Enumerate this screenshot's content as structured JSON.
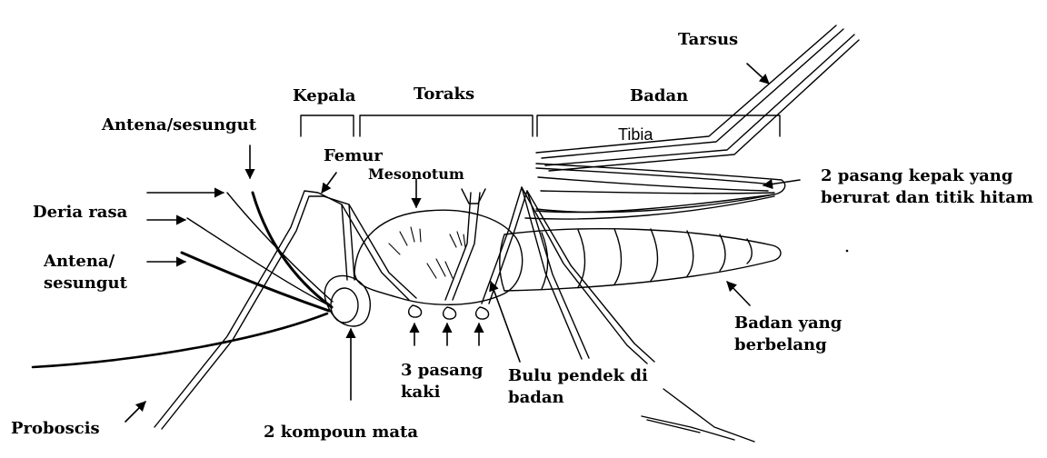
{
  "colors": {
    "ink": "#000000",
    "background": "#ffffff"
  },
  "labels": {
    "tarsus": "Tarsus",
    "kepala": "Kepala",
    "toraks": "Toraks",
    "badan": "Badan",
    "tibia": "Tibia",
    "antena_sesungut_top": "Antena/sesungut",
    "femur": "Femur",
    "mesonotum": "Mesonotum",
    "kepak": "2 pasang kepak yang\nberurat dan titik hitam",
    "deria_rasa": "Deria rasa",
    "antena_sesungut_left": "Antena/\nsesungut",
    "badan_berbelang": "Badan yang\nberbelang",
    "kaki": "3 pasang\nkaki",
    "bulu_pendek": "Bulu pendek di\nbadan",
    "proboscis": "Proboscis",
    "kompoun_mata": "2 kompoun mata"
  }
}
